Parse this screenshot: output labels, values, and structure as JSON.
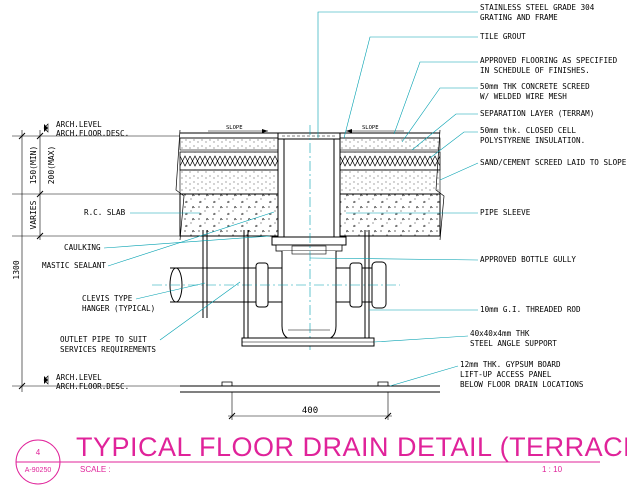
{
  "title": "TYPICAL FLOOR DRAIN DETAIL (TERRACE)",
  "detail_number": "4",
  "sheet_ref": "A-90250",
  "scale_label": "SCALE :",
  "scale_value": "1 : 10",
  "colors": {
    "title": "#e0239a",
    "leader": "#00a0b0",
    "linework": "#000000"
  },
  "left_labels": {
    "arch_level_top": "ARCH.LEVEL",
    "arch_floor_top": "ARCH.FLOOR.DESC.",
    "rc_slab": "R.C. SLAB",
    "caulking": "CAULKING",
    "mastic": "MASTIC SEALANT",
    "clevis_1": "CLEVIS TYPE",
    "clevis_2": "HANGER (TYPICAL)",
    "outlet_1": "OUTLET PIPE TO SUIT",
    "outlet_2": "SERVICES REQUIREMENTS",
    "arch_level_bot": "ARCH.LEVEL",
    "arch_floor_bot": "ARCH.FLOOR.DESC."
  },
  "right_labels": {
    "grating_1": "STAINLESS STEEL GRADE 304",
    "grating_2": "GRATING AND FRAME",
    "tile_grout": "TILE GROUT",
    "flooring_1": "APPROVED FLOORING AS SPECIFIED",
    "flooring_2": "IN SCHEDULE OF FINISHES.",
    "screed_1": "50mm THK CONCRETE SCREED",
    "screed_2": "W/ WELDED WIRE MESH",
    "separation": "SEPARATION LAYER (TERRAM)",
    "insul_1": "50mm thk.  CLOSED CELL",
    "insul_2": "POLYSTYRENE INSULATION.",
    "sand": "SAND/CEMENT SCREED LAID TO SLOPE.",
    "sleeve": "PIPE SLEEVE",
    "gully": "APPROVED BOTTLE GULLY",
    "rod": "10mm G.I. THREADED ROD",
    "angle_1": "40x40x4mm THK",
    "angle_2": "STEEL ANGLE SUPPORT",
    "board_1": "12mm THK. GYPSUM BOARD",
    "board_2": "LIFT-UP ACCESS PANEL",
    "board_3": "BELOW FLOOR DRAIN LOCATIONS"
  },
  "dimensions": {
    "min": "150(MIN)",
    "max": "200(MAX)",
    "varies": "VARIES",
    "overall": "1300",
    "width": "400"
  },
  "slope_left": "SLOPE",
  "slope_right": "SLOPE"
}
